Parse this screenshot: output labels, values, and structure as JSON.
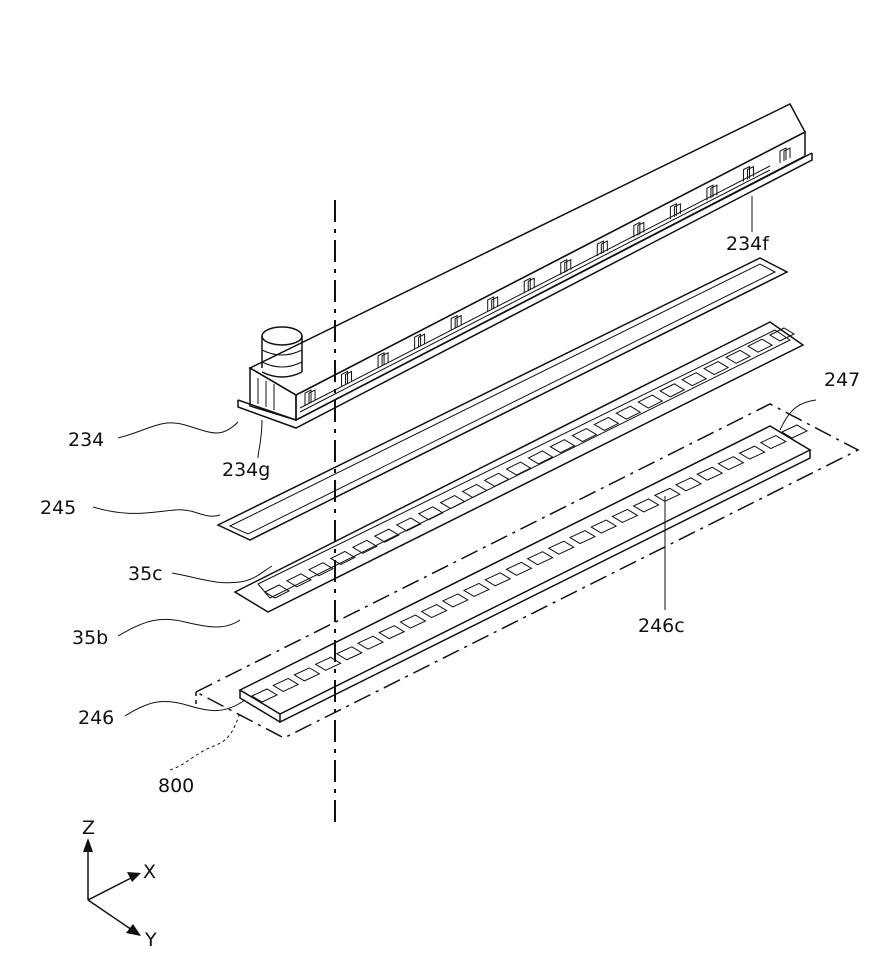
{
  "labels": {
    "l234": "234",
    "l234g": "234g",
    "l234f": "234f",
    "l245": "245",
    "l35c": "35c",
    "l35b": "35b",
    "l246": "246",
    "l246c": "246c",
    "l247": "247",
    "l800": "800"
  },
  "axes": {
    "z": "Z",
    "x": "X",
    "y": "Y"
  },
  "colors": {
    "line": "#111111",
    "background": "#ffffff"
  }
}
